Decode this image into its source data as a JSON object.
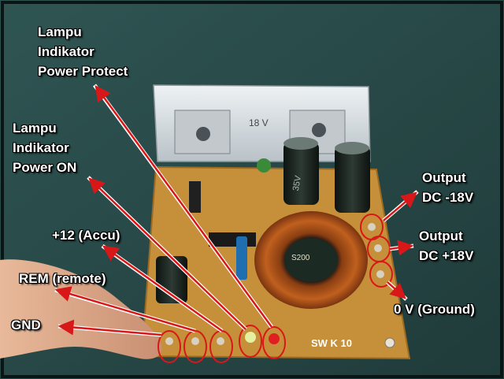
{
  "annotations": {
    "power_protect": [
      "Lampu",
      "Indikator",
      "Power Protect"
    ],
    "power_on": [
      "Lampu",
      "Indikator",
      "Power ON"
    ],
    "accu": "+12 (Accu)",
    "rem": "REM (remote)",
    "gnd": "GND",
    "out_neg": [
      "Output",
      "DC -18V"
    ],
    "out_pos": [
      "Output",
      "DC +18V"
    ],
    "ground": "0 V (Ground)"
  },
  "board": {
    "heatsink_label": "18 V",
    "model": "SW K 10",
    "coil_label": "S200",
    "cap_label": "35V"
  },
  "colors": {
    "arrow": "#d81818",
    "label_text": "#ffffff",
    "pcb": "#c89038",
    "heatsink": "#d8dfe3",
    "copper": "#b85a1e"
  }
}
